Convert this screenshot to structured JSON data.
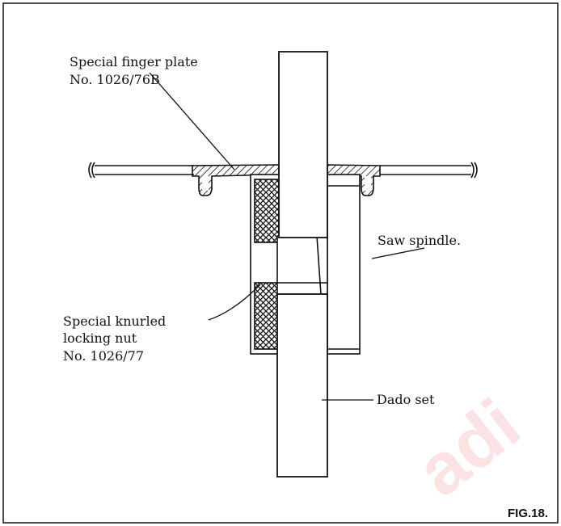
{
  "labels": {
    "finger_plate_line1": "Special finger plate",
    "finger_plate_line2": "No. 1026/76B",
    "saw_spindle": "Saw spindle.",
    "knurled_nut_line1": "Special knurled",
    "knurled_nut_line2": "locking nut",
    "knurled_nut_line3": "No. 1026/77",
    "dado_set": "Dado set",
    "figure": "FIG.18."
  },
  "watermark": "adi",
  "colors": {
    "ink": "#111111",
    "paper": "#ffffff",
    "watermark": "#fbe3e3"
  }
}
